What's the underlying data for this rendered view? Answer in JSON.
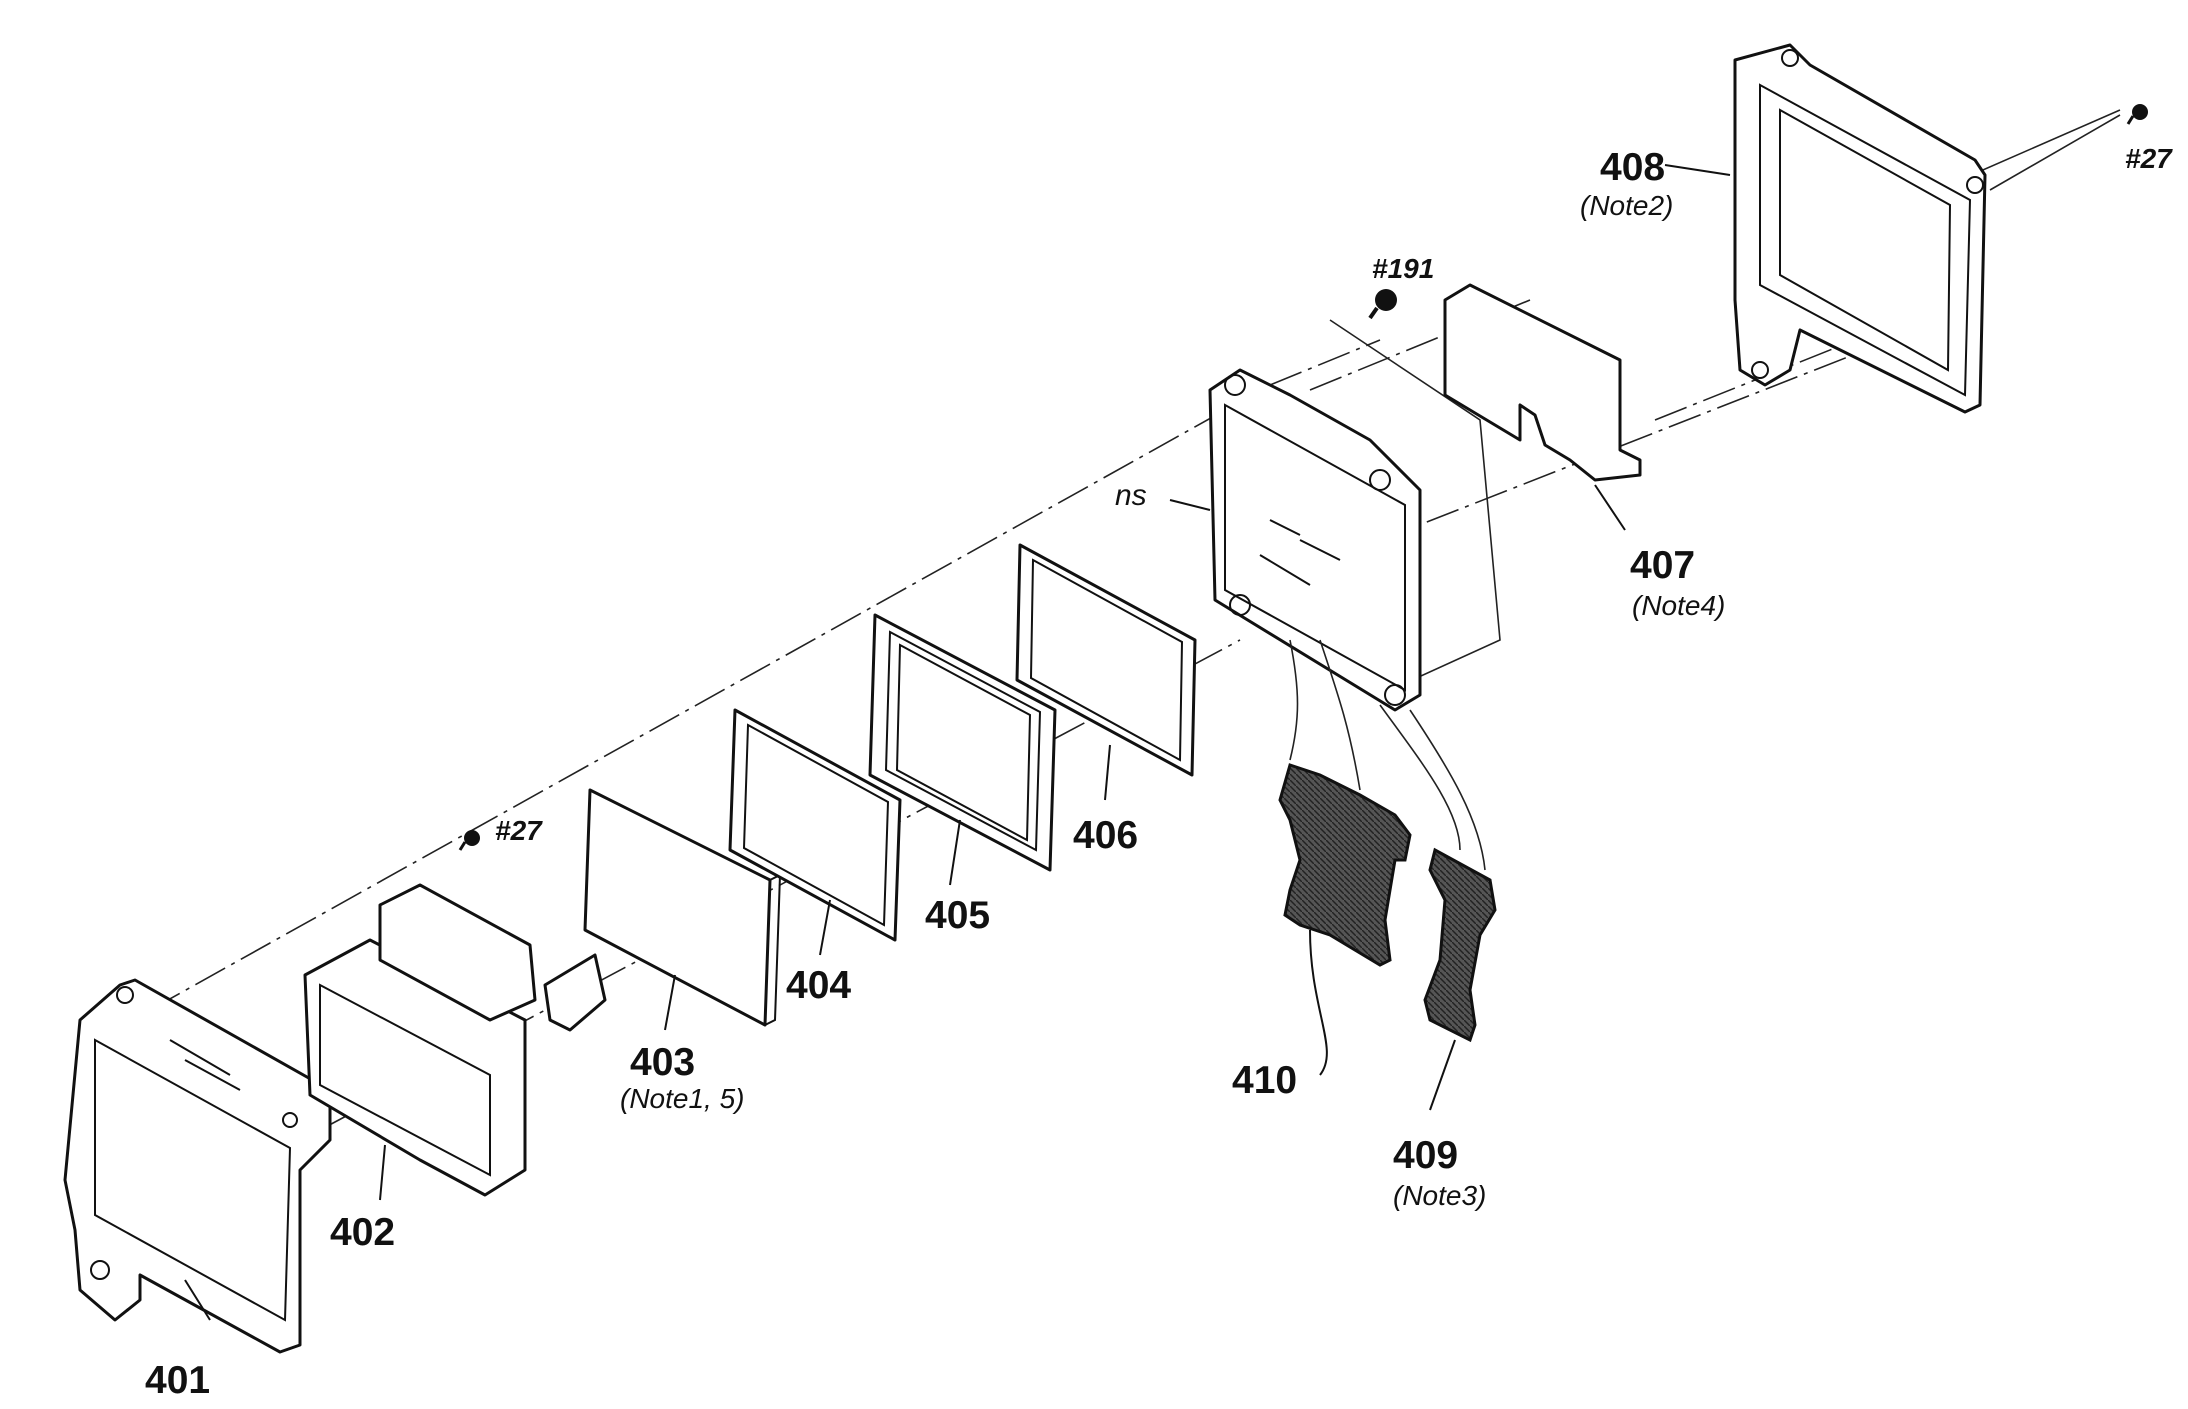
{
  "parts": {
    "p401": {
      "number": "401"
    },
    "p402": {
      "number": "402"
    },
    "p403": {
      "number": "403",
      "note": "(Note1, 5)"
    },
    "p404": {
      "number": "404"
    },
    "p405": {
      "number": "405"
    },
    "p406": {
      "number": "406"
    },
    "p407": {
      "number": "407",
      "note": "(Note4)"
    },
    "p408": {
      "number": "408",
      "note": "(Note2)"
    },
    "p409": {
      "number": "409",
      "note": "(Note3)"
    },
    "p410": {
      "number": "410"
    }
  },
  "screws": {
    "s27_left": "#27",
    "s27_right": "#27",
    "s191": "#191"
  },
  "ns_label": "ns"
}
